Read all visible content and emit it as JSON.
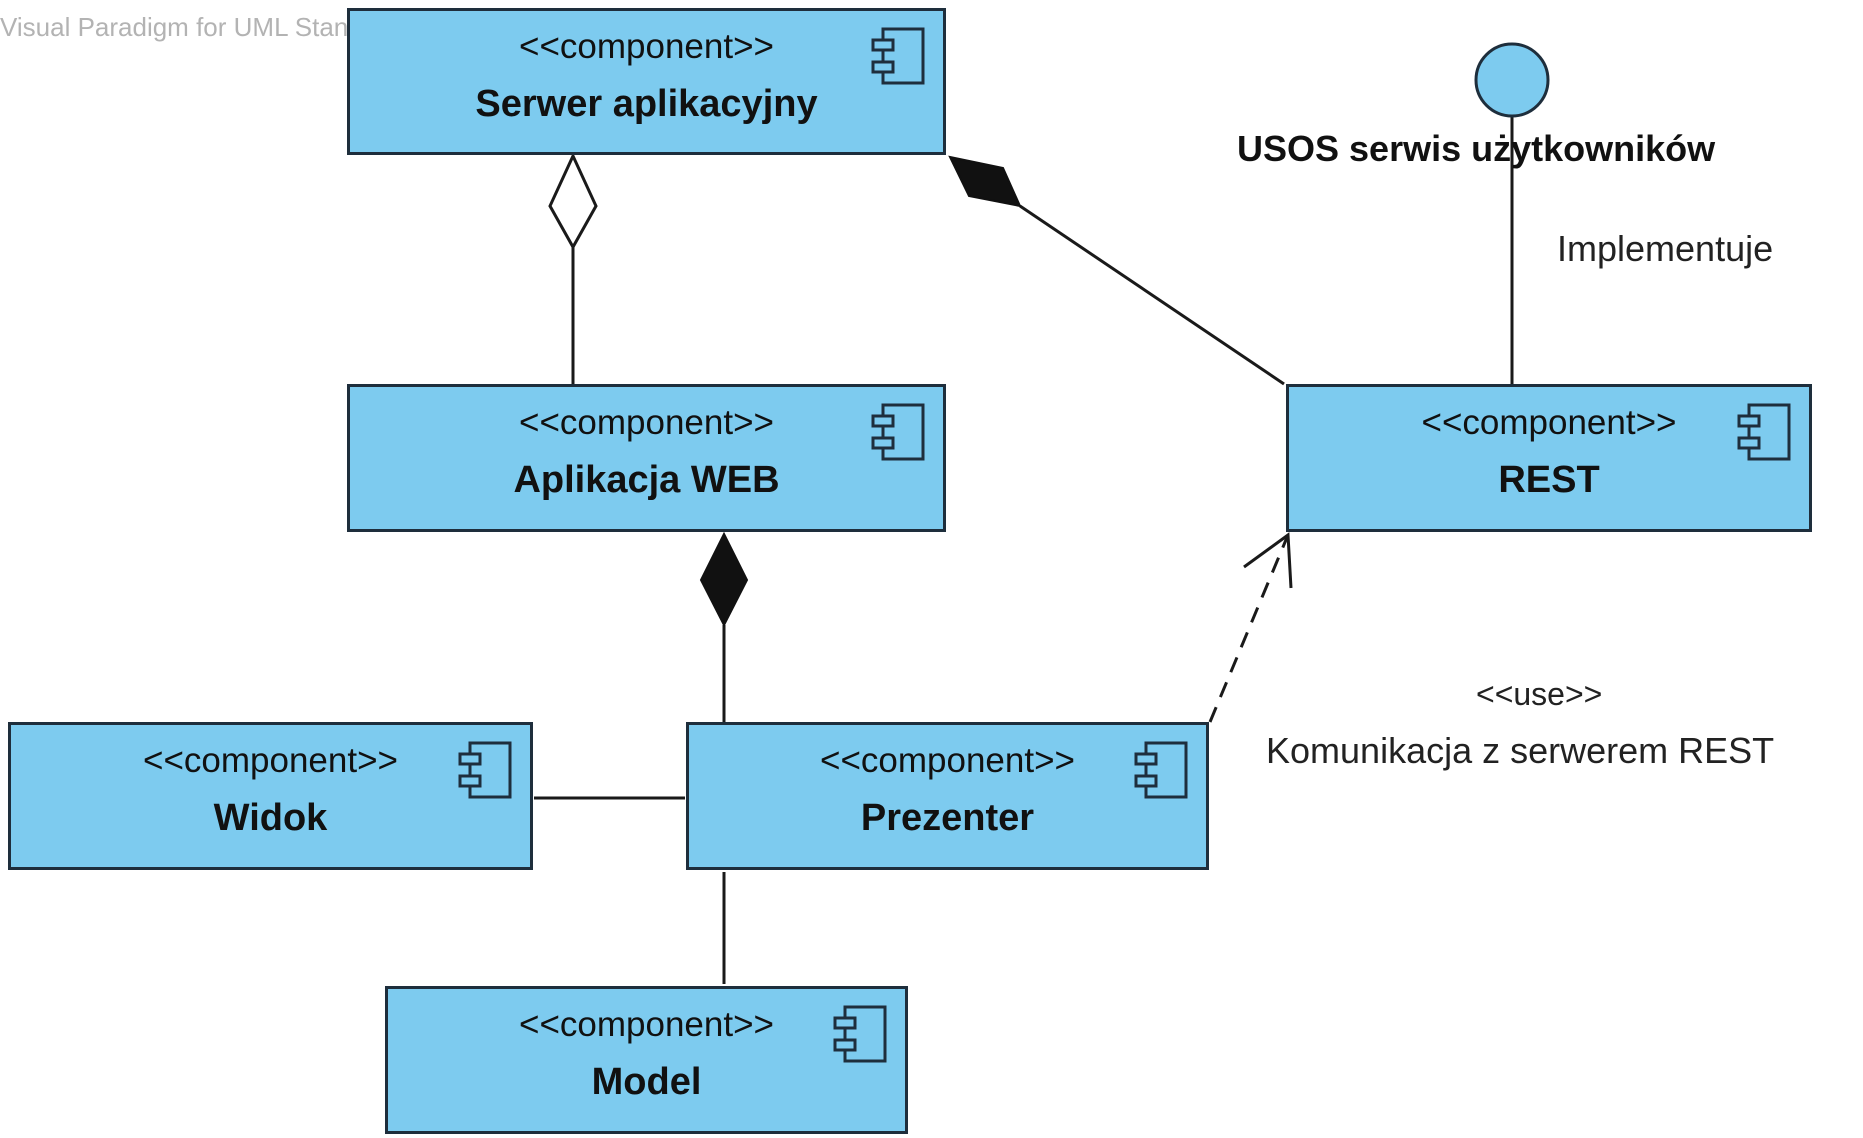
{
  "watermark": "Visual Paradigm for UML Standard Edition(Warsaw University)",
  "colors": {
    "component_fill": "#7dcbef",
    "component_border": "#1e2e3c",
    "line": "#1a1a1a"
  },
  "components": [
    {
      "id": "serwer",
      "stereotype": "<<component>>",
      "name": "Serwer aplikacyjny"
    },
    {
      "id": "aplikacja",
      "stereotype": "<<component>>",
      "name": "Aplikacja WEB"
    },
    {
      "id": "rest",
      "stereotype": "<<component>>",
      "name": "REST"
    },
    {
      "id": "widok",
      "stereotype": "<<component>>",
      "name": "Widok"
    },
    {
      "id": "prezenter",
      "stereotype": "<<component>>",
      "name": "Prezenter"
    },
    {
      "id": "model",
      "stereotype": "<<component>>",
      "name": "Model"
    }
  ],
  "interface": {
    "name": "USOS serwis użytkowników",
    "relation_label": "Implementuje"
  },
  "dependency": {
    "stereotype": "<<use>>",
    "label": "Komunikacja z serwerem REST"
  }
}
